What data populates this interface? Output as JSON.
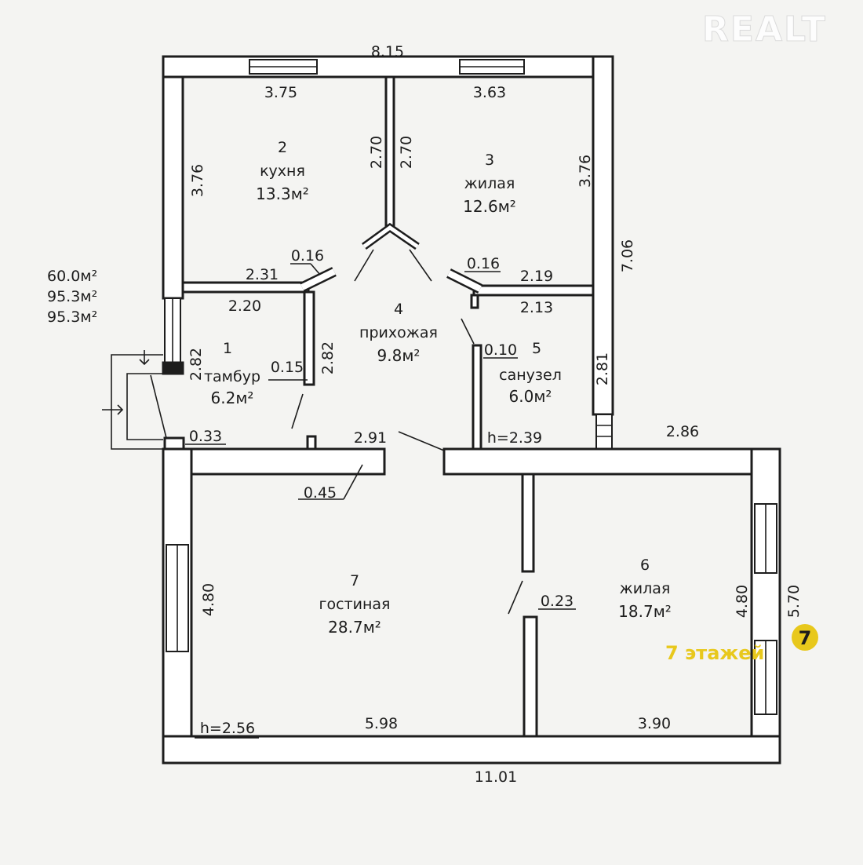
{
  "watermark": "REALT",
  "totals": [
    "60.0м²",
    "95.3м²",
    "95.3м²"
  ],
  "rooms": [
    {
      "num": "1",
      "name": "тамбур",
      "area": "6.2м²"
    },
    {
      "num": "2",
      "name": "кухня",
      "area": "13.3м²"
    },
    {
      "num": "3",
      "name": "жилая",
      "area": "12.6м²"
    },
    {
      "num": "4",
      "name": "прихожая",
      "area": "9.8м²"
    },
    {
      "num": "5",
      "name": "санузел",
      "area": "6.0м²"
    },
    {
      "num": "6",
      "name": "жилая",
      "area": "18.7м²"
    },
    {
      "num": "7",
      "name": "гостиная",
      "area": "28.7м²"
    }
  ],
  "dimensions": {
    "top_total": "8.15",
    "kitchen_top": "3.75",
    "room3_top": "3.63",
    "kitchen_left": "3.76",
    "room3_right": "3.76",
    "corridor_left": "2.70",
    "corridor_right": "2.70",
    "right_outer": "7.06",
    "kitchen_bottom": "2.31",
    "kitchen_wall": "0.16",
    "room3_wall": "0.16",
    "room3_bottom": "2.19",
    "vestibule_top": "2.20",
    "bath_top": "2.13",
    "vestibule_left": "2.82",
    "vestibule_right": "2.82",
    "vestibule_wall": "0.15",
    "bath_wall": "0.10",
    "bath_right": "2.81",
    "entry_wall": "0.33",
    "hall_opening": "2.91",
    "bath_height": "h=2.39",
    "right_top": "2.86",
    "living_wall": "0.45",
    "living_left": "4.80",
    "room6_right_inner": "4.80",
    "room6_right_outer": "5.70",
    "partition": "0.23",
    "living_height": "h=2.56",
    "living_bottom": "5.98",
    "room6_bottom": "3.90",
    "bottom_total": "11.01"
  },
  "logo": {
    "text": "7 этажей",
    "badge": "7"
  }
}
